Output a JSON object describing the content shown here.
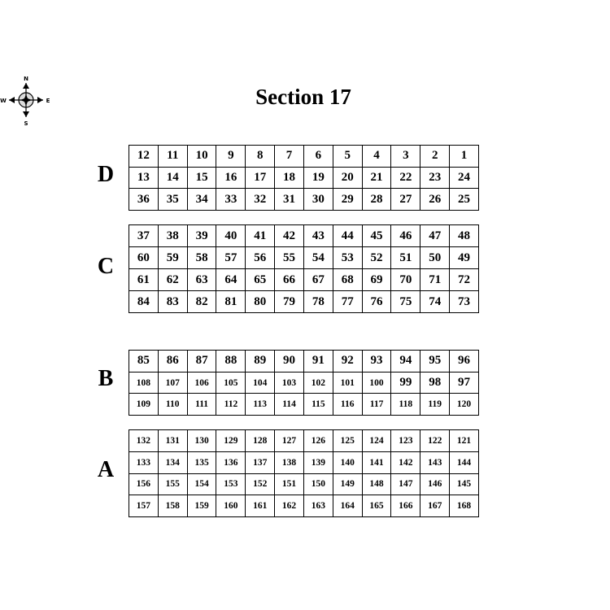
{
  "title": "Section 17",
  "compass": {
    "n": "N",
    "s": "S",
    "e": "E",
    "w": "W"
  },
  "sections": [
    {
      "label": "D",
      "rows": [
        [
          12,
          11,
          10,
          9,
          8,
          7,
          6,
          5,
          4,
          3,
          2,
          1
        ],
        [
          13,
          14,
          15,
          16,
          17,
          18,
          19,
          20,
          21,
          22,
          23,
          24
        ],
        [
          36,
          35,
          34,
          33,
          32,
          31,
          30,
          29,
          28,
          27,
          26,
          25
        ]
      ]
    },
    {
      "label": "C",
      "rows": [
        [
          37,
          38,
          39,
          40,
          41,
          42,
          43,
          44,
          45,
          46,
          47,
          48
        ],
        [
          60,
          59,
          58,
          57,
          56,
          55,
          54,
          53,
          52,
          51,
          50,
          49
        ],
        [
          61,
          62,
          63,
          64,
          65,
          66,
          67,
          68,
          69,
          70,
          71,
          72
        ],
        [
          84,
          83,
          82,
          81,
          80,
          79,
          78,
          77,
          76,
          75,
          74,
          73
        ]
      ]
    },
    {
      "label": "B",
      "rows": [
        [
          85,
          86,
          87,
          88,
          89,
          90,
          91,
          92,
          93,
          94,
          95,
          96
        ],
        [
          108,
          107,
          106,
          105,
          104,
          103,
          102,
          101,
          100,
          99,
          98,
          97
        ],
        [
          109,
          110,
          111,
          112,
          113,
          114,
          115,
          116,
          117,
          118,
          119,
          120
        ]
      ]
    },
    {
      "label": "A",
      "rows": [
        [
          132,
          131,
          130,
          129,
          128,
          127,
          126,
          125,
          124,
          123,
          122,
          121
        ],
        [
          133,
          134,
          135,
          136,
          137,
          138,
          139,
          140,
          141,
          142,
          143,
          144
        ],
        [
          156,
          155,
          154,
          153,
          152,
          151,
          150,
          149,
          148,
          147,
          146,
          145
        ],
        [
          157,
          158,
          159,
          160,
          161,
          162,
          163,
          164,
          165,
          166,
          167,
          168
        ]
      ]
    }
  ]
}
